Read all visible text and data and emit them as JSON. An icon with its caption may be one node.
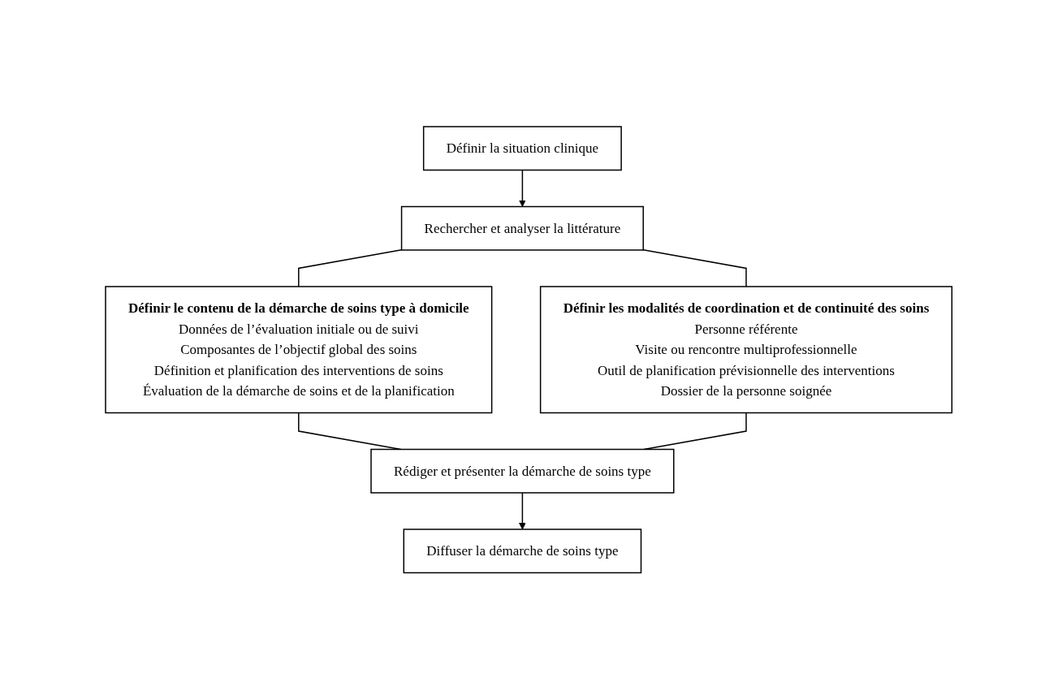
{
  "diagram": {
    "nodes": [
      {
        "text": [
          "Définir la situation clinique"
        ]
      },
      {
        "text": [
          "Rechercher et analyser la littérature"
        ]
      },
      {
        "text": [
          "Définir le contenu de la démarche de soins type à domicile",
          "Données de l’évaluation initiale ou de suivi",
          "Composantes de l’objectif global des soins",
          "Définition et planification des interventions de soins",
          "Évaluation de la démarche de soins et de la planification"
        ]
      },
      {
        "text": [
          "Définir les modalités de coordination et de continuité des soins",
          "Personne référente",
          "Visite ou rencontre multiprofessionnelle",
          "Outil de planification prévisionnelle des interventions",
          "Dossier de la personne soignée"
        ]
      },
      {
        "text": [
          "Rédiger et présenter la démarche de soins type"
        ]
      },
      {
        "text": [
          "Diffuser la démarche de soins type"
        ]
      }
    ],
    "edges": [
      {
        "from": 0,
        "to": 1,
        "arrow": "to"
      },
      {
        "from": 1,
        "to": 2,
        "arrow": "none"
      },
      {
        "from": 1,
        "to": 3,
        "arrow": "none"
      },
      {
        "from": 2,
        "to": 4,
        "arrow": "none"
      },
      {
        "from": 3,
        "to": 4,
        "arrow": "none"
      },
      {
        "from": 4,
        "to": 5,
        "arrow": "to"
      }
    ]
  }
}
